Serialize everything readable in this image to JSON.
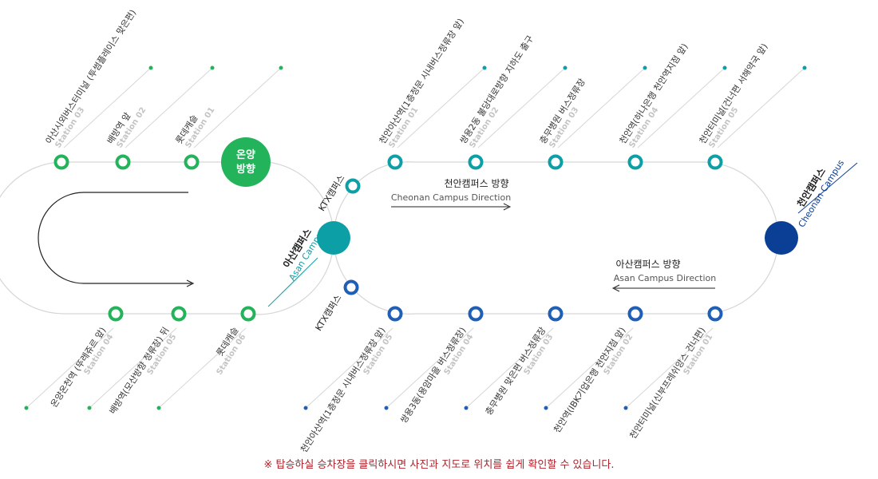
{
  "colors": {
    "green": "#22b35b",
    "teal": "#0d9fa6",
    "navy": "#0a3f95",
    "blue": "#1f5fb6",
    "line": "#d6d6d6",
    "label": "#333333",
    "sub": "#c4c4c4",
    "notice": "#b0212a"
  },
  "hubs": {
    "onyang": "온양\n방향",
    "asan_kr": "아산캠퍼스",
    "asan_en": "Asan Campus",
    "cheonan_kr": "천안캠퍼스",
    "cheonan_en": "Cheonan Campus"
  },
  "directions": {
    "cheonan_kr": "천안캠퍼스 방향",
    "cheonan_en": "Cheonan Campus Direction",
    "asan_kr": "아산캠퍼스 방향",
    "asan_en": "Asan Campus Direction"
  },
  "ktx": {
    "upper": "KTX캠퍼스",
    "lower": "KTX캠퍼스"
  },
  "stations": {
    "top_left": [
      {
        "name": "아산시외버스터미널 (투썸플레이스 맞은편)",
        "sub": "Station 03"
      },
      {
        "name": "배방역 앞",
        "sub": "Station 02"
      },
      {
        "name": "롯데캐슬",
        "sub": "Station 01"
      }
    ],
    "bottom_left": [
      {
        "name": "온양온천역 (뚜레쥬르 앞)",
        "sub": "Station 04"
      },
      {
        "name": "배방역(모산방향 정류장) 뒤",
        "sub": "Station 05"
      },
      {
        "name": "롯데캐슬",
        "sub": "Station 06"
      }
    ],
    "top_right": [
      {
        "name": "천안아산역(1층정문 시내버스정류장 앞)",
        "sub": "Station 01"
      },
      {
        "name": "쌍용2동 불당대로방향 지하도 출구",
        "sub": "Station 02"
      },
      {
        "name": "충무병원 버스정류장",
        "sub": "Station 03"
      },
      {
        "name": "천안역(하나은행 천안역지점 앞)",
        "sub": "Station 04"
      },
      {
        "name": "천안터미널(건너편 서해약국 앞)",
        "sub": "Station 05"
      }
    ],
    "bottom_right": [
      {
        "name": "천안아산역(1층정문 시내버스정류장 앞)",
        "sub": "Station 05"
      },
      {
        "name": "쌍용3동(용암마을 버스정류장)",
        "sub": "Station 04"
      },
      {
        "name": "충무병원 맞은편 버스정류장",
        "sub": "Station 03"
      },
      {
        "name": "천안역(IBK기업은행 천안지점 앞)",
        "sub": "Station 02"
      },
      {
        "name": "천안터미널(신부프레쉬앙스 건너편)",
        "sub": "Station 01"
      }
    ]
  },
  "notice": "※ 탑승하실 승차장을 클릭하시면 사진과 지도로 위치를 쉽게 확인할 수 있습니다."
}
